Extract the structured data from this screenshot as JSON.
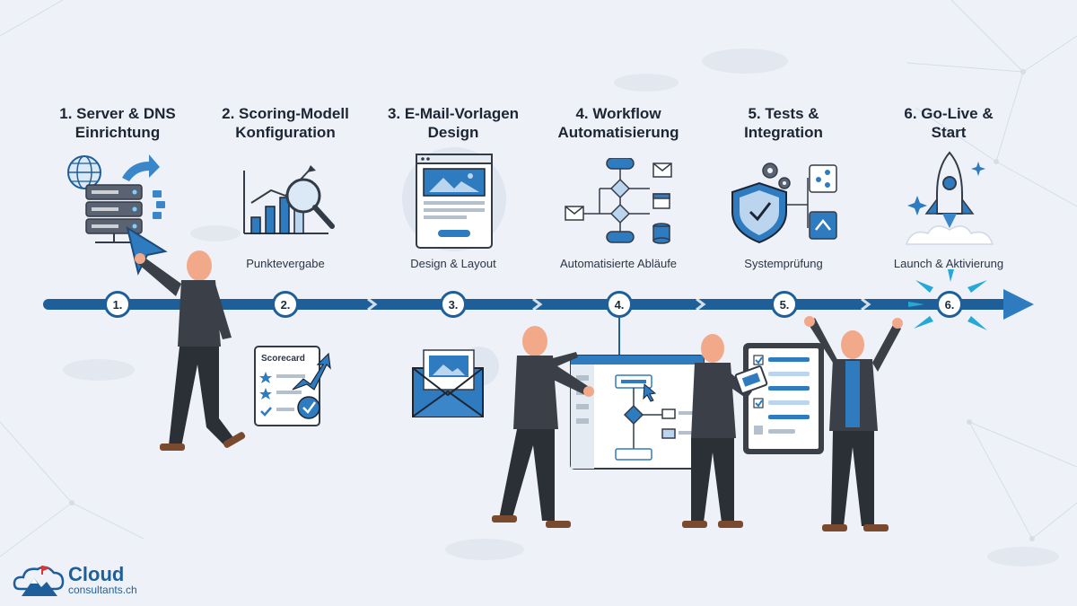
{
  "steps": [
    {
      "title_line1": "1. Server & DNS",
      "title_line2": "Einrichtung",
      "subtitle": "",
      "marker": "1."
    },
    {
      "title_line1": "2. Scoring-Modell",
      "title_line2": "Konfiguration",
      "subtitle": "Punktevergabe",
      "marker": "2."
    },
    {
      "title_line1": "3. E-Mail-Vorlagen",
      "title_line2": "Design",
      "subtitle": "Design & Layout",
      "marker": "3."
    },
    {
      "title_line1": "4. Workflow",
      "title_line2": "Automatisierung",
      "subtitle": "Automatisierte Abläufe",
      "marker": "4."
    },
    {
      "title_line1": "5. Tests &",
      "title_line2": "Integration",
      "subtitle": "Systemprüfung",
      "marker": "5."
    },
    {
      "title_line1": "6. Go-Live &",
      "title_line2": "Start",
      "subtitle": "Launch & Aktivierung",
      "marker": "6."
    }
  ],
  "scorecard": {
    "label": "Scorecard"
  },
  "logo": {
    "main": "Cloud",
    "sub": "consultants.ch"
  },
  "colors": {
    "primary": "#1f5f99",
    "accent": "#3a86c8",
    "light": "#cfe0f3",
    "dark_suit": "#3a3f48",
    "skin": "#f2a98a",
    "background": "#eef2f8"
  },
  "icons": [
    "globe-icon",
    "server-icon",
    "arrow-right-icon",
    "cursor-icon",
    "bar-chart-icon",
    "magnifier-icon",
    "browser-layout-icon",
    "flowchart-icon",
    "shield-check-icon",
    "gear-icon",
    "rocket-icon",
    "envelope-icon"
  ]
}
